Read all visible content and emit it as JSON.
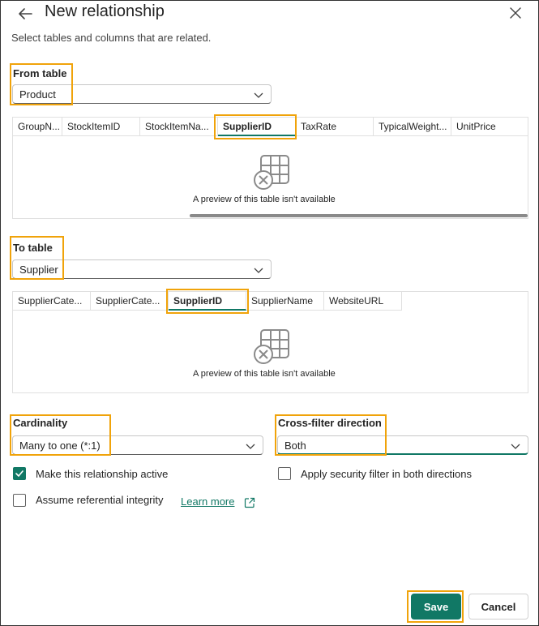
{
  "dialog": {
    "title": "New relationship",
    "subtitle": "Select tables and columns that are related."
  },
  "from_table": {
    "label": "From table",
    "selected": "Product",
    "columns": [
      "GroupN...",
      "StockItemID",
      "StockItemNa...",
      "SupplierID",
      "TaxRate",
      "TypicalWeight...",
      "UnitPrice"
    ],
    "selected_column": "SupplierID",
    "empty_message": "A preview of this table isn't available"
  },
  "to_table": {
    "label": "To table",
    "selected": "Supplier",
    "columns": [
      "SupplierCate...",
      "SupplierCate...",
      "SupplierID",
      "SupplierName",
      "WebsiteURL"
    ],
    "selected_column": "SupplierID",
    "empty_message": "A preview of this table isn't available"
  },
  "cardinality": {
    "label": "Cardinality",
    "selected": "Many to one (*:1)"
  },
  "cross_filter": {
    "label": "Cross-filter direction",
    "selected": "Both"
  },
  "options": {
    "active_label": "Make this relationship active",
    "active_checked": true,
    "security_label": "Apply security filter in both directions",
    "security_checked": false,
    "referential_label": "Assume referential integrity",
    "referential_checked": false,
    "learn_more": "Learn more"
  },
  "footer": {
    "save_label": "Save",
    "cancel_label": "Cancel"
  },
  "colors": {
    "accent": "#117865",
    "highlight": "#f0a30a"
  },
  "icons": {
    "back": "arrow-left-icon",
    "close": "close-icon",
    "chevron": "chevron-down-icon",
    "empty_table": "table-unavailable-icon",
    "external": "open-external-icon"
  }
}
